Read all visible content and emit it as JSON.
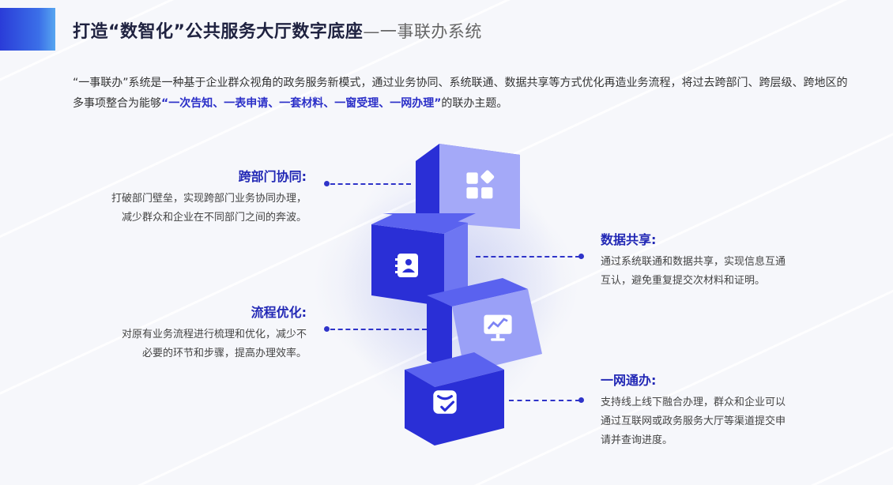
{
  "header": {
    "title_main": "打造“数智化”公共服务大厅数字底座",
    "title_sub": "—一事联办系统"
  },
  "intro": {
    "part1": "“一事联办”系统是一种基于企业群众视角的政务服务新模式，通过业务协同、系统联通、数据共享等方式优化再造业务流程，将过去跨部门、跨层级、跨地区的多事项整合为能够",
    "highlight": "“一次告知、一表申请、一套材料、一窗受理、一网办理”",
    "part2": "的联办主题。"
  },
  "features": {
    "cross_dept": {
      "title": "跨部门协同:",
      "line1": "打破部门壁垒，实现跨部门业务协同办理，",
      "line2": "减少群众和企业在不同部门之间的奔波。"
    },
    "data_share": {
      "title": "数据共享:",
      "line1": "通过系统联通和数据共享，实现信息互通",
      "line2": "互认，避免重复提交次材料和证明。"
    },
    "process": {
      "title": "流程优化:",
      "line1": "对原有业务流程进行梳理和优化，减少不",
      "line2": "必要的环节和步骤，提高办理效率。"
    },
    "online": {
      "title": "一网通办:",
      "line1": "支持线上线下融合办理，群众和企业可以",
      "line2": "通过互联网或政务服务大厅等渠道提交申",
      "line3": "请并查询进度。"
    }
  },
  "icons": {
    "cube1": "apps-grid-icon",
    "cube2": "contact-card-icon",
    "cube3": "monitor-chart-icon",
    "cube4": "checklist-icon"
  },
  "colors": {
    "accent": "#2f34c9",
    "title": "#1f2240",
    "cube_front": "#2a2fd6",
    "cube_top": "#5a62ef",
    "cube_side": "#9aa0f7"
  }
}
